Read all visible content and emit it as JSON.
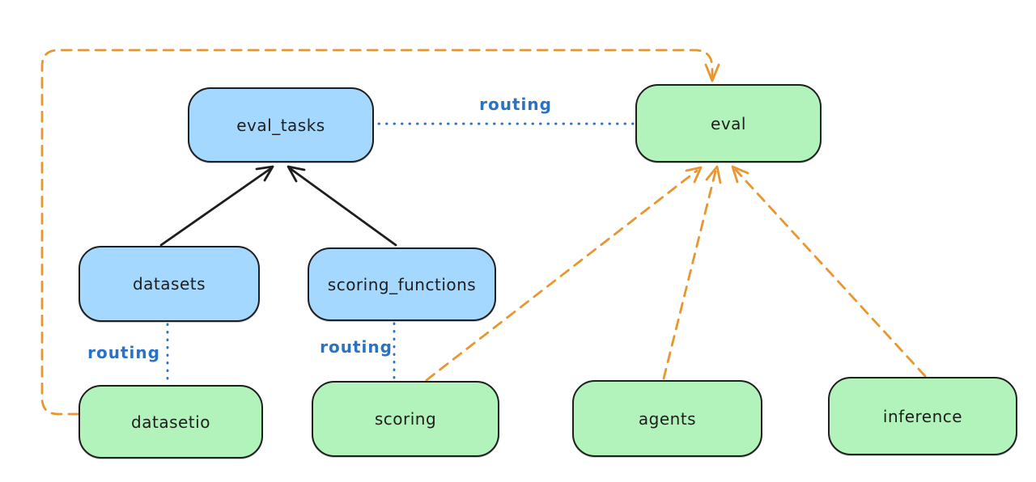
{
  "colors": {
    "bg": "#ffffff",
    "ink": "#1e1e1e",
    "blue_fill": "#a5d8ff",
    "green_fill": "#b2f2bb",
    "blue_line": "#2a72c5",
    "orange": "#e8962f"
  },
  "nodes": [
    {
      "id": "eval_tasks",
      "label": "eval_tasks",
      "color": "blue"
    },
    {
      "id": "eval",
      "label": "eval",
      "color": "green"
    },
    {
      "id": "datasets",
      "label": "datasets",
      "color": "blue"
    },
    {
      "id": "scoring_functions",
      "label": "scoring_functions",
      "color": "blue"
    },
    {
      "id": "datasetio",
      "label": "datasetio",
      "color": "green"
    },
    {
      "id": "scoring",
      "label": "scoring",
      "color": "green"
    },
    {
      "id": "agents",
      "label": "agents",
      "color": "green"
    },
    {
      "id": "inference",
      "label": "inference",
      "color": "green"
    }
  ],
  "edge_labels": [
    {
      "id": "routing-evaltasks-eval",
      "text": "routing"
    },
    {
      "id": "routing-datasets-datasetio",
      "text": "routing"
    },
    {
      "id": "routing-scoringfns-scoring",
      "text": "routing"
    }
  ]
}
